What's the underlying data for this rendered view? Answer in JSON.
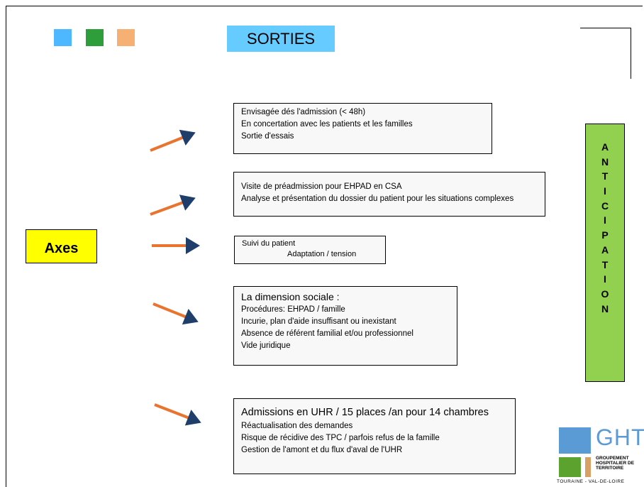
{
  "title": "SORTIES",
  "legend_squares": [
    "#4db8ff",
    "#2e9e3a",
    "#f7b074"
  ],
  "left_label": "Axes",
  "side_label": "ANTICIPATION",
  "boxes": [
    {
      "lines": [
        "Envisagée dés l'admission (< 48h)",
        "En concertation avec les patients et les familles",
        "Sortie d'essais"
      ]
    },
    {
      "lines": [
        "Visite de préadmission pour EHPAD en CSA",
        "Analyse et présentation du dossier du patient pour les situations complexes"
      ]
    },
    {
      "lines": [
        "Suivi du patient",
        "Adaptation / tension"
      ]
    },
    {
      "heading": "La dimension sociale :",
      "lines": [
        "Procédures: EHPAD / famille",
        "Incurie, plan d'aide insuffisant ou inexistant",
        "Absence de référent familial et/ou professionnel",
        "Vide juridique"
      ]
    },
    {
      "heading": "Admissions en UHR / 15 places /an pour 14 chambres",
      "lines": [
        "Réactualisation des demandes",
        "Risque de récidive des TPC / parfois refus de la famille",
        "Gestion de l'amont et du flux d'aval de l'UHR"
      ]
    }
  ],
  "logo": {
    "name": "GHT",
    "subtitle": [
      "GROUPEMENT",
      "HOSPITALIER DE",
      "TERRITOIRE"
    ],
    "footer": "TOURAINE - VAL-DE-LOIRE"
  },
  "colors": {
    "arrow": "#e8742f",
    "title_bg": "#66ccff",
    "axes_bg": "#ffff00",
    "side_bg": "#92d050"
  }
}
